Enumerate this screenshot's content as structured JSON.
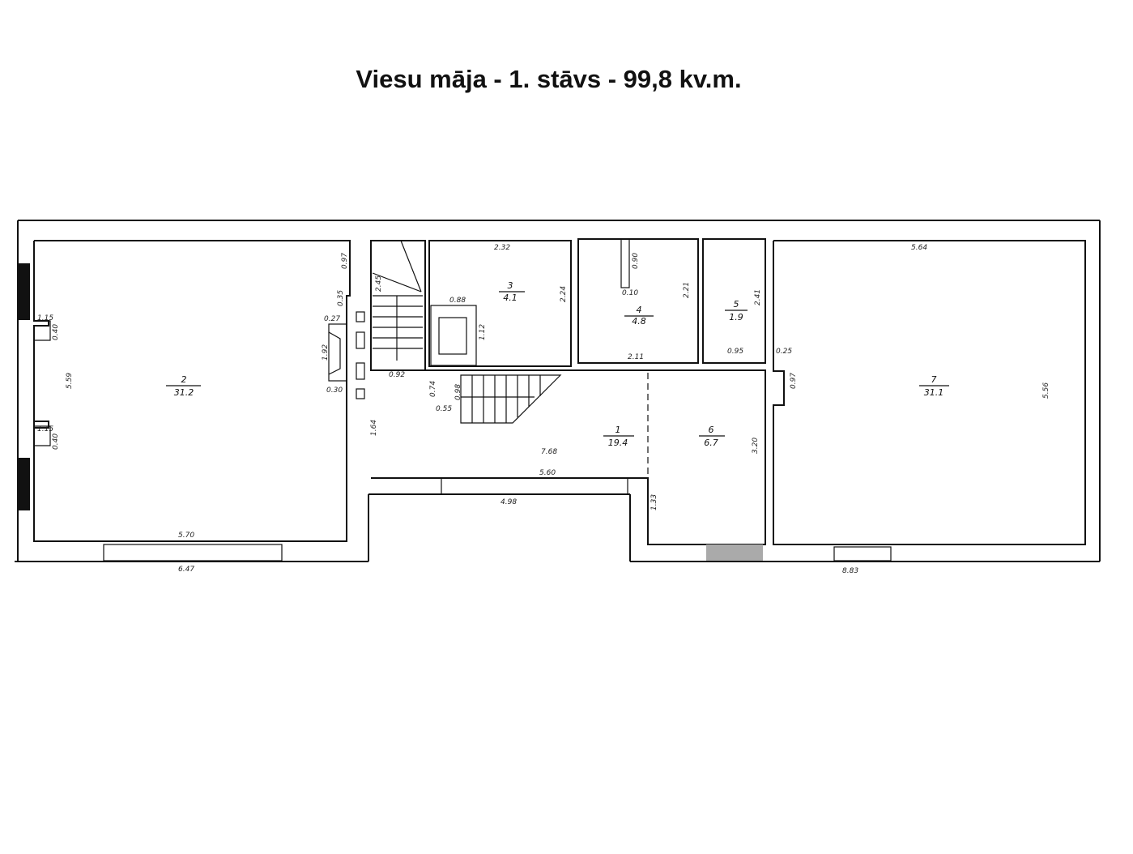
{
  "title": "Viesu māja - 1. stāvs - 99,8 kv.m.",
  "rooms": [
    {
      "number": "1",
      "area": "19.4"
    },
    {
      "number": "2",
      "area": "31.2"
    },
    {
      "number": "3",
      "area": "4.1"
    },
    {
      "number": "4",
      "area": "4.8"
    },
    {
      "number": "5",
      "area": "1.9"
    },
    {
      "number": "6",
      "area": "6.7"
    },
    {
      "number": "7",
      "area": "31.1"
    }
  ],
  "dimensions": {
    "d_5_70": "5.70",
    "d_6_47": "6.47",
    "d_5_59": "5.59",
    "d_1_15a": "1.15",
    "d_0_40a": "0.40",
    "d_1_15b": "1.15",
    "d_0_40b": "0.40",
    "d_0_97a": "0.97",
    "d_0_35": "0.35",
    "d_0_27": "0.27",
    "d_1_92": "1.92",
    "d_0_30": "0.30",
    "d_2_45": "2.45",
    "d_0_92": "0.92",
    "d_1_64": "1.64",
    "d_0_74": "0.74",
    "d_0_98": "0.98",
    "d_0_55": "0.55",
    "d_2_32": "2.32",
    "d_0_88": "0.88",
    "d_1_12": "1.12",
    "d_2_24": "2.24",
    "d_0_90": "0.90",
    "d_0_10": "0.10",
    "d_2_21": "2.21",
    "d_2_11": "2.11",
    "d_2_41": "2.41",
    "d_0_95": "0.95",
    "d_7_68": "7.68",
    "d_5_60": "5.60",
    "d_4_98": "4.98",
    "d_1_33": "1.33",
    "d_3_20": "3.20",
    "d_5_64": "5.64",
    "d_0_25": "0.25",
    "d_0_97b": "0.97",
    "d_5_56": "5.56",
    "d_8_83": "8.83"
  }
}
